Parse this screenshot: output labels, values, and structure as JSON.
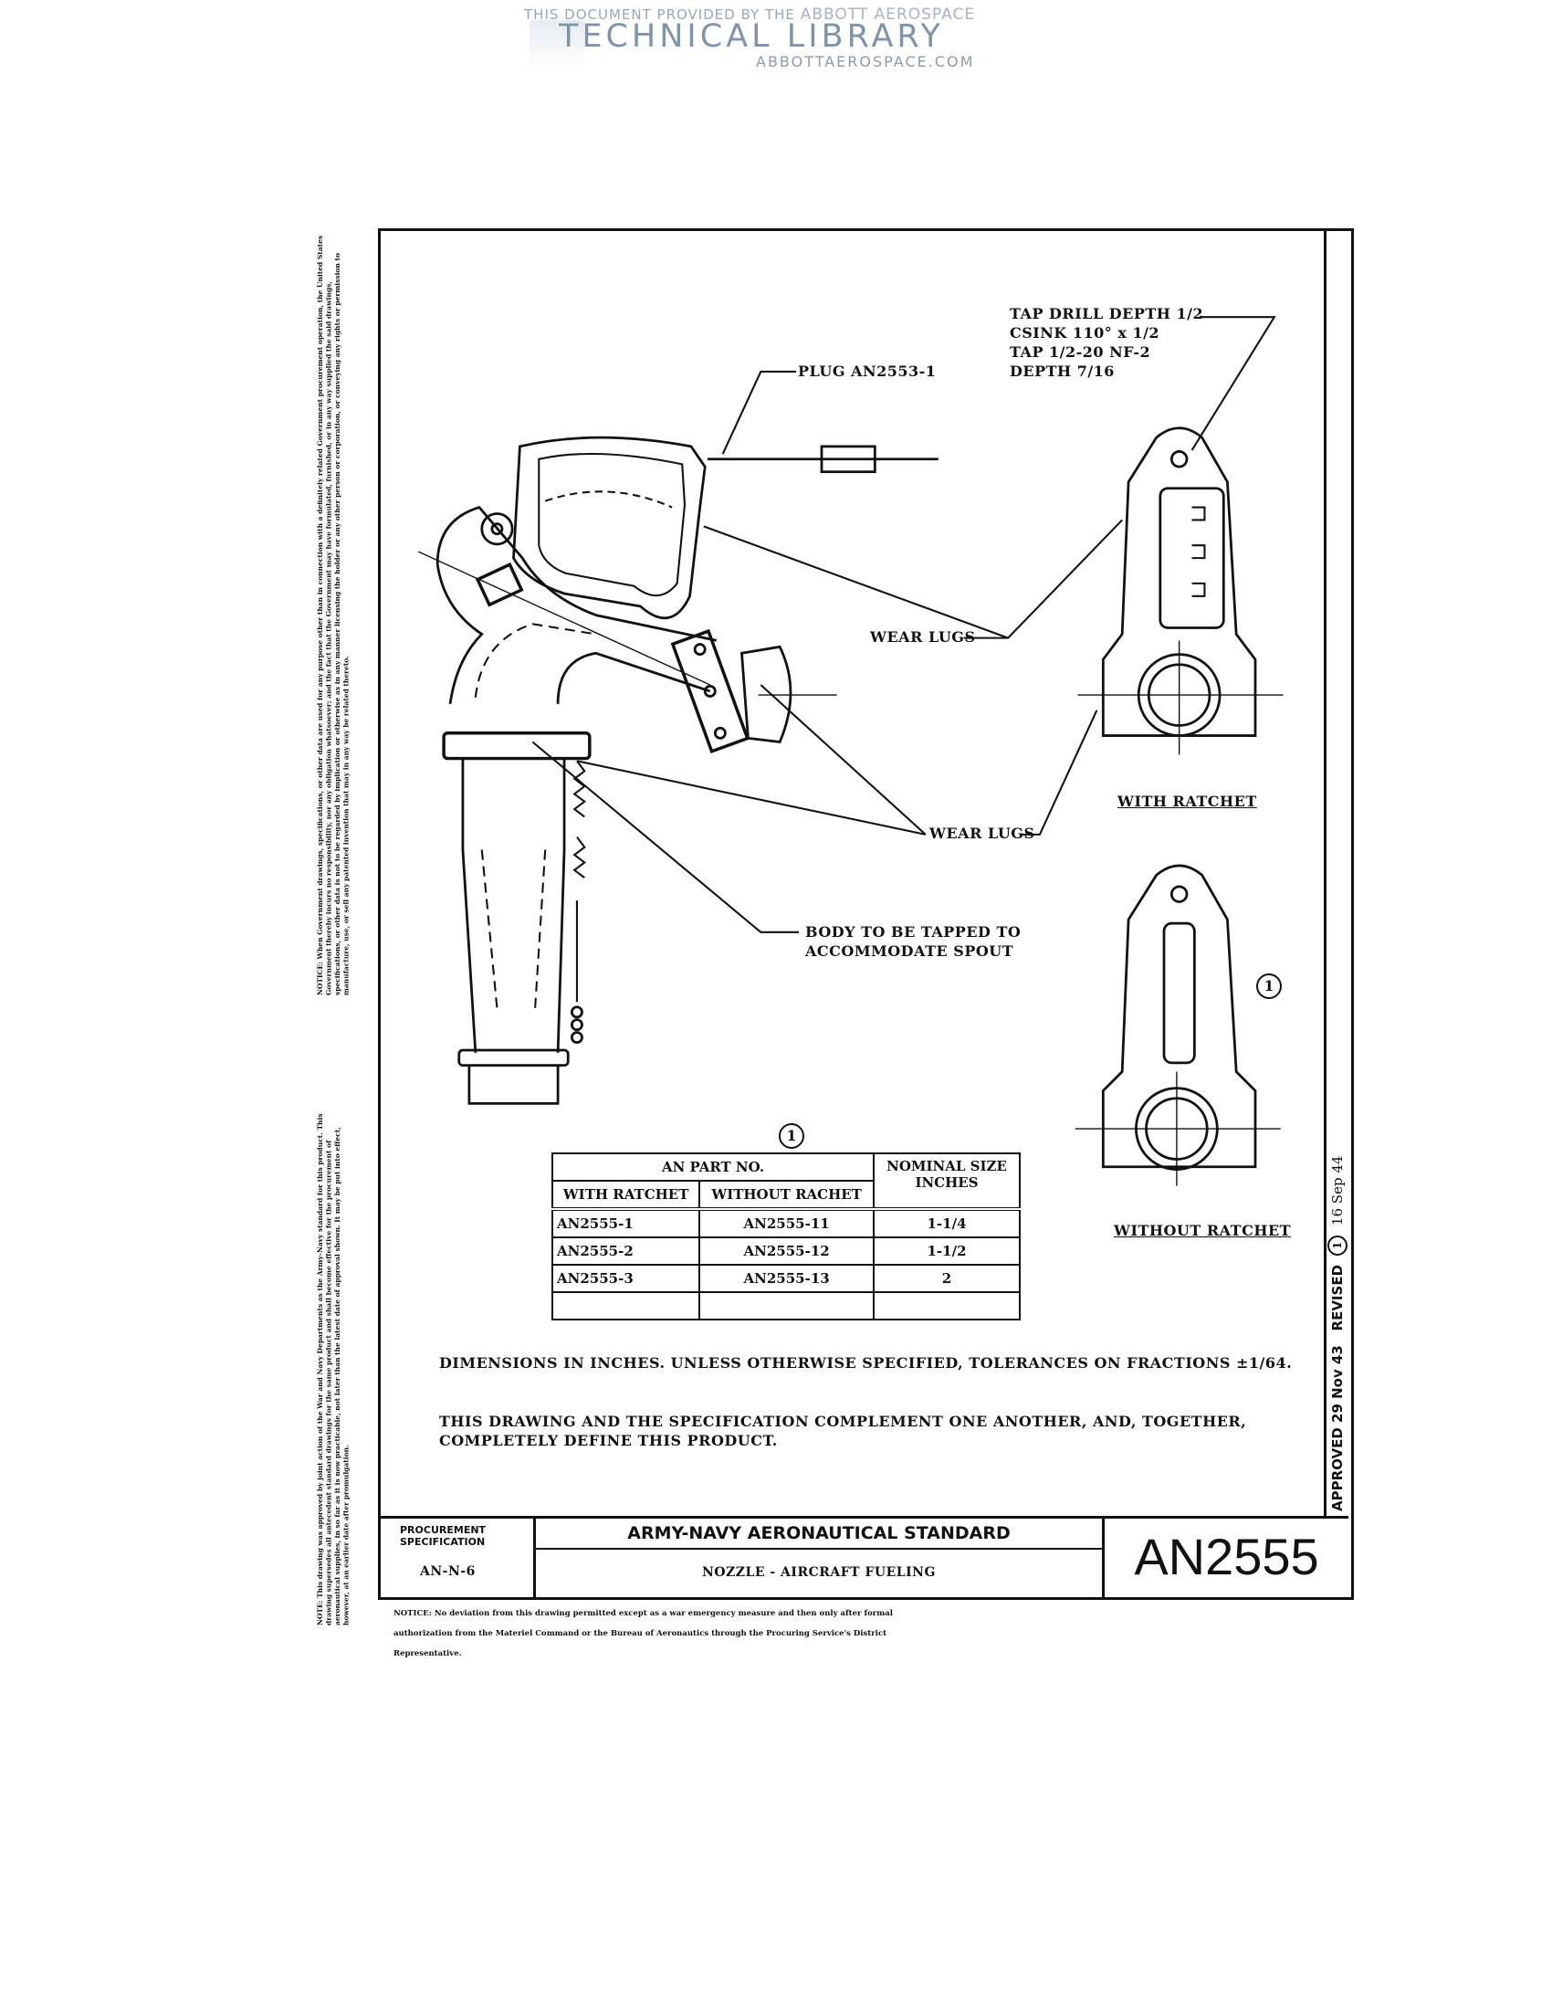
{
  "watermark": {
    "line1_prefix": "THIS DOCUMENT PROVIDED BY THE",
    "line1_brand": "ABBOTT AEROSPACE",
    "line2": "TECHNICAL LIBRARY",
    "line3": "ABBOTTAEROSPACE.COM"
  },
  "side_notices": {
    "notice": "NOTICE: When Government drawings, specifications, or other data are used for any purpose other than in connection with a definitely related Government procurement operation, the United States Government thereby incurs no responsibility, nor any obligation whatsoever; and the fact that the Government may have formulated, furnished, or in any way supplied the said drawings, specifications, or other data is not to be regarded by implication or otherwise as in any manner licensing the holder or any other person or corporation, or conveying any rights or permission to manufacture, use, or sell any patented invention that may in any way be related thereto.",
    "note": "NOTE: This drawing was approved by joint action of the War and Navy Departments as the Army-Navy standard for this product. This drawing supersedes all antecedent standard drawings for the same product and shall become effective for the procurement of aeronautical supplies, in so far as it is now practicable, not later than the latest date of approval shown. It may be put into effect, however, at an earlier date after promulgation."
  },
  "callouts": {
    "tap_drill": [
      "TAP DRILL DEPTH 1/2",
      "CSINK 110° x 1/2",
      "TAP 1/2-20 NF-2",
      "DEPTH 7/16"
    ],
    "plug": "PLUG AN2553-1",
    "wear_lugs_upper": "WEAR LUGS",
    "wear_lugs_lower": "WEAR LUGS",
    "body_tapped": [
      "BODY TO BE TAPPED TO",
      "ACCOMMODATE SPOUT"
    ],
    "with_ratchet": "WITH RATCHET",
    "without_ratchet": "WITHOUT RATCHET",
    "revision_mark": "1"
  },
  "parts_table": {
    "revision_mark": "1",
    "group_header": "AN PART NO.",
    "size_header": "NOMINAL SIZE INCHES",
    "col_with": "WITH RATCHET",
    "col_without": "WITHOUT RACHET",
    "rows": [
      {
        "with": "AN2555-1",
        "without": "AN2555-11",
        "size": "1-1/4"
      },
      {
        "with": "AN2555-2",
        "without": "AN2555-12",
        "size": "1-1/2"
      },
      {
        "with": "AN2555-3",
        "without": "AN2555-13",
        "size": "2"
      },
      {
        "with": "",
        "without": "",
        "size": ""
      }
    ]
  },
  "notes": {
    "dimensions": "DIMENSIONS IN INCHES. UNLESS OTHERWISE SPECIFIED, TOLERANCES ON FRACTIONS ±1/64.",
    "complement": "THIS DRAWING AND THE SPECIFICATION COMPLEMENT ONE ANOTHER, AND, TOGETHER, COMPLETELY DEFINE THIS PRODUCT."
  },
  "approval_strip": {
    "approved": "APPROVED 29 Nov 43",
    "revised": "REVISED",
    "revision_mark": "1",
    "revised_date": "16 Sep 44"
  },
  "title_block": {
    "procurement_label": "PROCUREMENT SPECIFICATION",
    "procurement_value": "AN-N-6",
    "standard": "ARMY-NAVY AERONAUTICAL STANDARD",
    "title": "NOZZLE - AIRCRAFT FUELING",
    "number": "AN2555"
  },
  "bottom_notice": "NOTICE: No deviation from this drawing permitted except as a war emergency measure and then only after formal authorization from the Materiel Command or the Bureau of Aeronautics through the Procuring Service's District Representative."
}
